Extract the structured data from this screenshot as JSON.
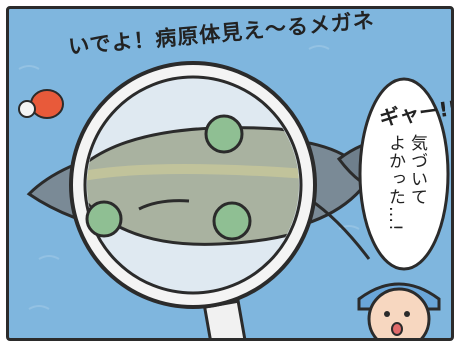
{
  "title": "いでよ！病原体見え〜るメガネ",
  "speech": {
    "shout": "ギャー!!",
    "line1": "気づいて",
    "line2": "よかった…!"
  },
  "icons": [
    "magnifying-glass-icon",
    "germ-icon",
    "fish-illustration",
    "person-cap-icon",
    "mascot-character-icon"
  ],
  "colors": {
    "background": "#7fb6de",
    "lens": "#dfe9f1",
    "germ": "#8fbf93",
    "cap": "#6aa6d9"
  }
}
